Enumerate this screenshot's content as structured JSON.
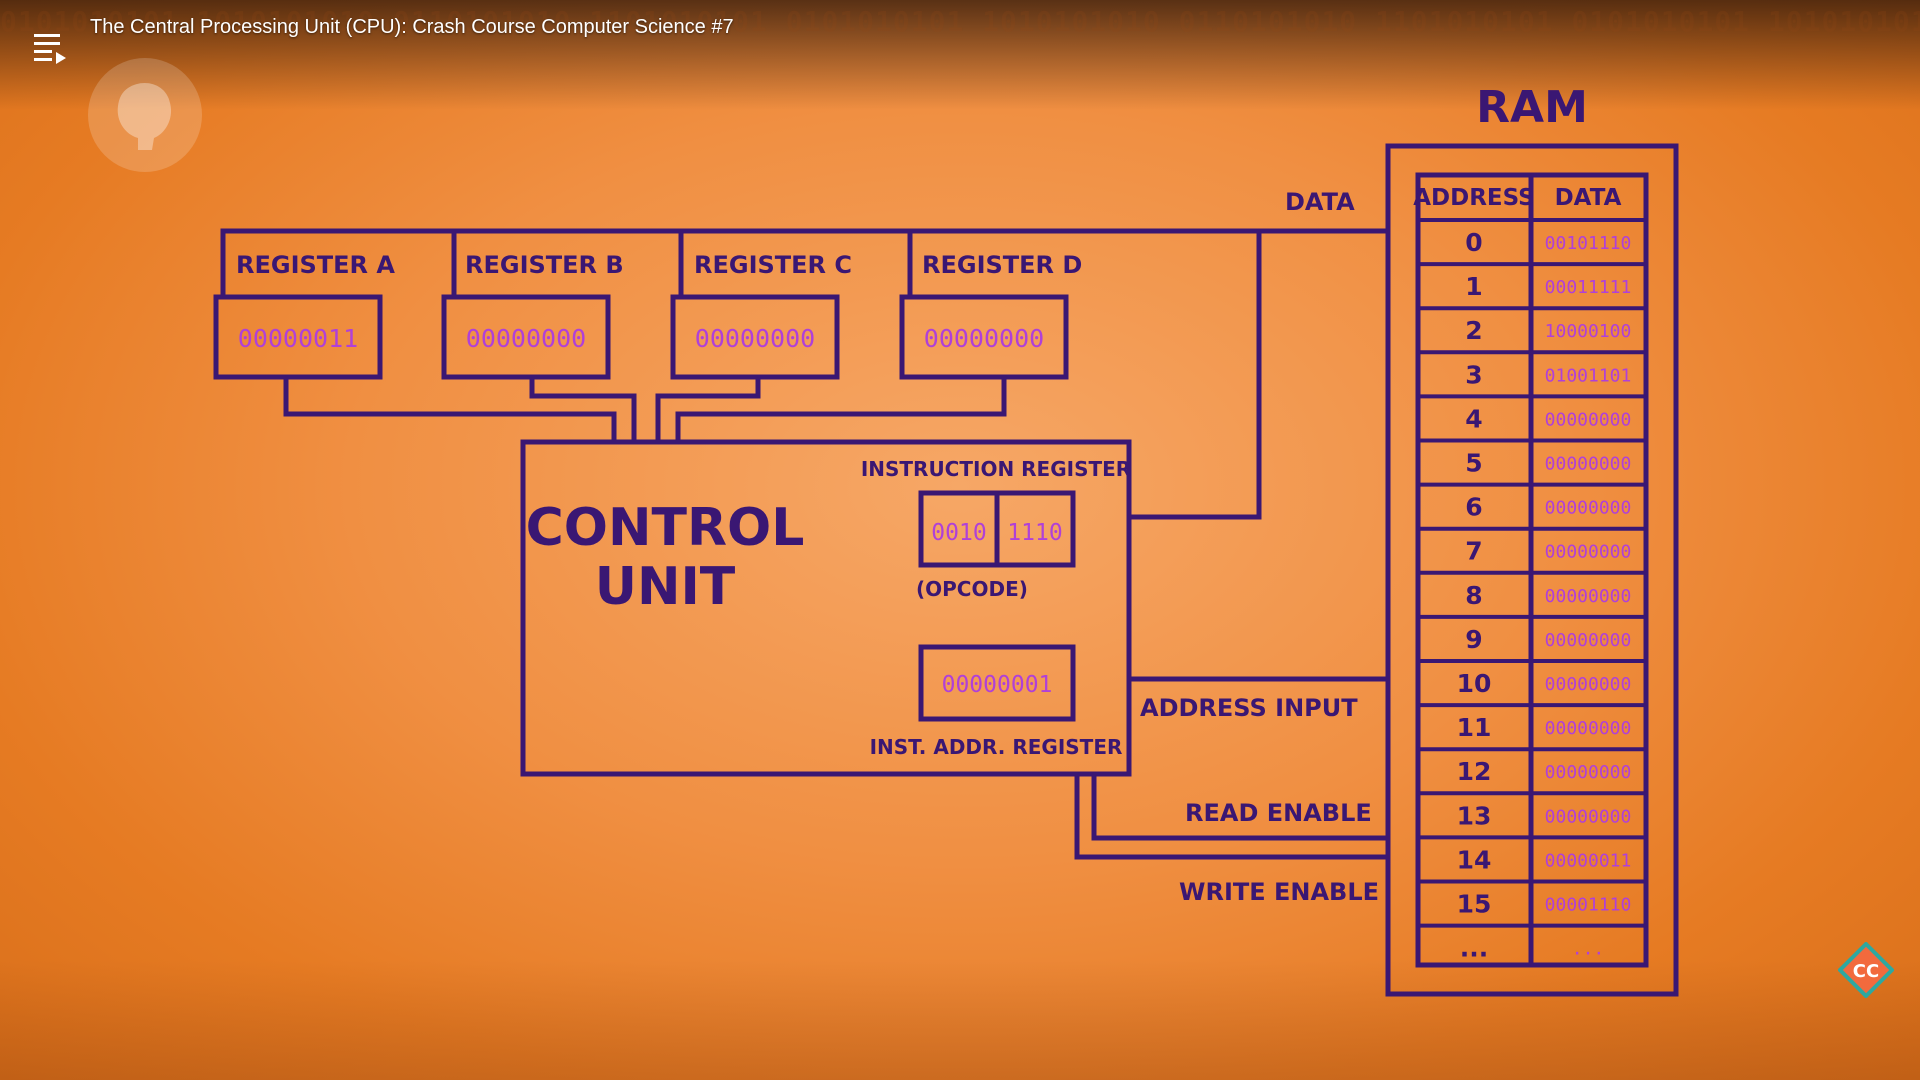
{
  "video_title": "The Central Processing Unit (CPU): Crash Course Computer Science #7",
  "colors": {
    "accent": "#3a1773",
    "binary_text": "#b040d8",
    "background": "#f08f42"
  },
  "icons": {
    "menu": "playlist-icon",
    "watermark": "pbs-logo-icon",
    "badge": "crash-course-cc-icon"
  },
  "badge_label": "CC",
  "registers": [
    {
      "label": "REGISTER A",
      "value": "00000011"
    },
    {
      "label": "REGISTER B",
      "value": "00000000"
    },
    {
      "label": "REGISTER C",
      "value": "00000000"
    },
    {
      "label": "REGISTER D",
      "value": "00000000"
    }
  ],
  "control_unit": {
    "title_line1": "CONTROL",
    "title_line2": "UNIT",
    "instruction_register_label": "INSTRUCTION REGISTER",
    "opcode_value": "0010",
    "operand_value": "1110",
    "opcode_label": "(OPCODE)",
    "inst_addr_value": "00000001",
    "inst_addr_label": "INST. ADDR. REGISTER"
  },
  "wires": {
    "data": "DATA",
    "address_input": "ADDRESS INPUT",
    "read_enable": "READ ENABLE",
    "write_enable": "WRITE ENABLE"
  },
  "ram": {
    "title": "RAM",
    "columns": [
      "ADDRESS",
      "DATA"
    ],
    "rows": [
      {
        "address": "0",
        "data": "00101110"
      },
      {
        "address": "1",
        "data": "00011111"
      },
      {
        "address": "2",
        "data": "10000100"
      },
      {
        "address": "3",
        "data": "01001101"
      },
      {
        "address": "4",
        "data": "00000000"
      },
      {
        "address": "5",
        "data": "00000000"
      },
      {
        "address": "6",
        "data": "00000000"
      },
      {
        "address": "7",
        "data": "00000000"
      },
      {
        "address": "8",
        "data": "00000000"
      },
      {
        "address": "9",
        "data": "00000000"
      },
      {
        "address": "10",
        "data": "00000000"
      },
      {
        "address": "11",
        "data": "00000000"
      },
      {
        "address": "12",
        "data": "00000000"
      },
      {
        "address": "13",
        "data": "00000000"
      },
      {
        "address": "14",
        "data": "00000011"
      },
      {
        "address": "15",
        "data": "00001110"
      },
      {
        "address": "...",
        "data": "..."
      }
    ]
  }
}
